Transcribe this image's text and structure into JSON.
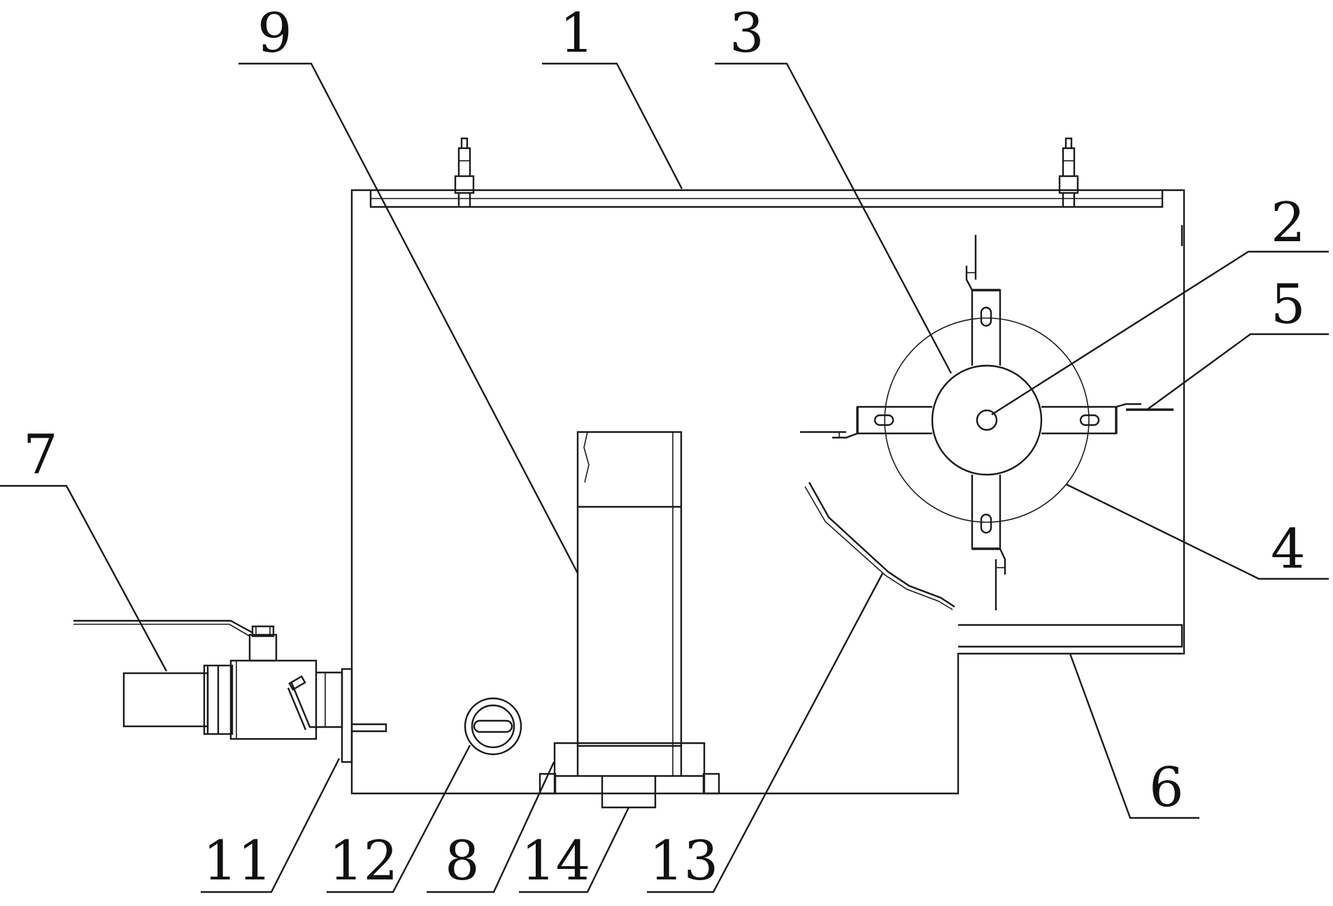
{
  "diagram": {
    "callouts": [
      {
        "id": "1",
        "text": "1"
      },
      {
        "id": "2",
        "text": "2"
      },
      {
        "id": "3",
        "text": "3"
      },
      {
        "id": "4",
        "text": "4"
      },
      {
        "id": "5",
        "text": "5"
      },
      {
        "id": "6",
        "text": "6"
      },
      {
        "id": "7",
        "text": "7"
      },
      {
        "id": "8",
        "text": "8"
      },
      {
        "id": "9",
        "text": "9"
      },
      {
        "id": "11",
        "text": "11"
      },
      {
        "id": "12",
        "text": "12"
      },
      {
        "id": "13",
        "text": "13"
      },
      {
        "id": "14",
        "text": "14"
      }
    ]
  }
}
